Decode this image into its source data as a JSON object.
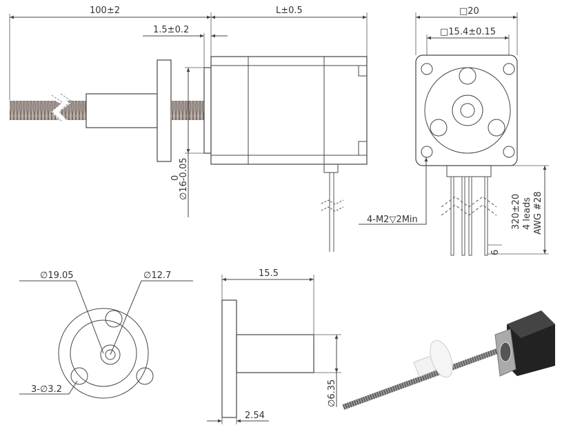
{
  "side_view": {
    "overall_length": "100±2",
    "motor_length": "L±0.5",
    "boss_height": "1.5±0.2",
    "boss_diameter_tol": "0",
    "boss_diameter": "∅16-0.05"
  },
  "front_view": {
    "frame_size": "□20",
    "hole_spacing": "□15.4±0.15",
    "mount_holes": "4-M2▽2Min",
    "lead_length": "320±20",
    "lead_count": "4 leads",
    "lead_gauge": "AWG #28",
    "strip_length": "6"
  },
  "nut_front_view": {
    "flange_diameter": "∅19.05",
    "body_diameter": "∅12.7",
    "holes": "3-∅3.2"
  },
  "nut_side_view": {
    "length": "15.5",
    "body_diameter": "∅6.35",
    "flange_thickness": "2.54"
  }
}
